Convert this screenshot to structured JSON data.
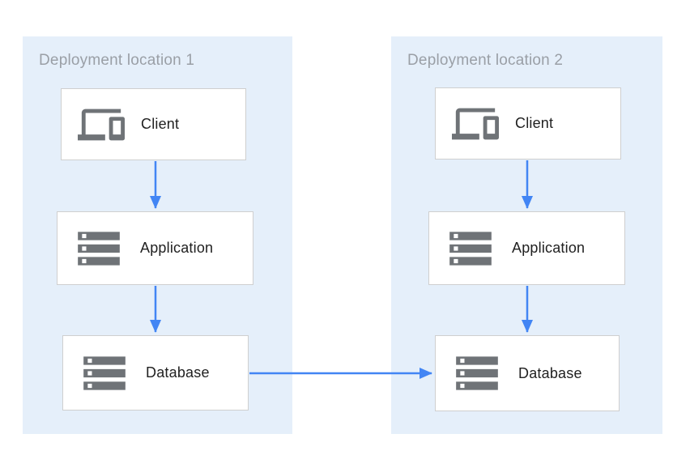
{
  "colors": {
    "page_bg": "#ffffff",
    "panel_bg": "#e5effa",
    "box_bg": "#ffffff",
    "box_border": "#cfcfcf",
    "title_gray": "#9a9fa6",
    "label_dark": "#212121",
    "icon_gray": "#6f7377",
    "arrow_blue": "#4285f4"
  },
  "diagram": {
    "locations": [
      {
        "title": "Deployment location 1",
        "nodes": [
          {
            "label": "Client",
            "icon": "devices-icon"
          },
          {
            "label": "Application",
            "icon": "storage-icon"
          },
          {
            "label": "Database",
            "icon": "storage-icon"
          }
        ]
      },
      {
        "title": "Deployment location 2",
        "nodes": [
          {
            "label": "Client",
            "icon": "devices-icon"
          },
          {
            "label": "Application",
            "icon": "storage-icon"
          },
          {
            "label": "Database",
            "icon": "storage-icon"
          }
        ]
      }
    ],
    "connections": [
      {
        "from": "location-1-client",
        "to": "location-1-application",
        "direction": "down"
      },
      {
        "from": "location-1-application",
        "to": "location-1-database",
        "direction": "down"
      },
      {
        "from": "location-2-client",
        "to": "location-2-application",
        "direction": "down"
      },
      {
        "from": "location-2-application",
        "to": "location-2-database",
        "direction": "down"
      },
      {
        "from": "location-1-database",
        "to": "location-2-database",
        "direction": "right"
      }
    ]
  }
}
